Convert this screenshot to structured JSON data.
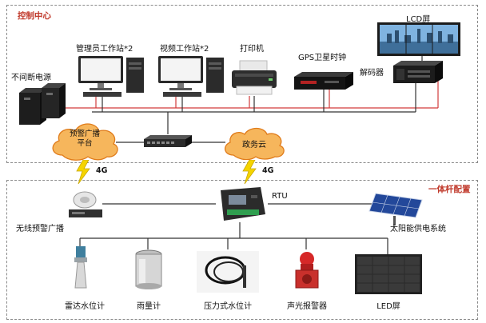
{
  "regions": {
    "control_center": "控制中心",
    "pole_config": "一体杆配置"
  },
  "nodes": {
    "ups": "不间断电源",
    "admin_ws": "管理员工作站*2",
    "video_ws": "视频工作站*2",
    "printer": "打印机",
    "gps": "GPS卫星时钟",
    "decoder": "解码器",
    "lcd": "LCD屏",
    "alarm_platform": "预警广播\n平台",
    "gov_cloud": "政务云",
    "rtu": "RTU",
    "wireless_broadcast": "无线预警广播",
    "solar": "太阳能供电系统",
    "radar": "雷达水位计",
    "rain": "雨量计",
    "pressure": "压力式水位计",
    "siren": "声光报警器",
    "led": "LED屏"
  },
  "links": {
    "lte_left": "4G",
    "lte_right": "4G"
  },
  "colors": {
    "cloud_fill": "#f6b65c",
    "cloud_stroke": "#e07b1a",
    "accent_red": "#c0392b",
    "bolt": "#f5d400"
  }
}
